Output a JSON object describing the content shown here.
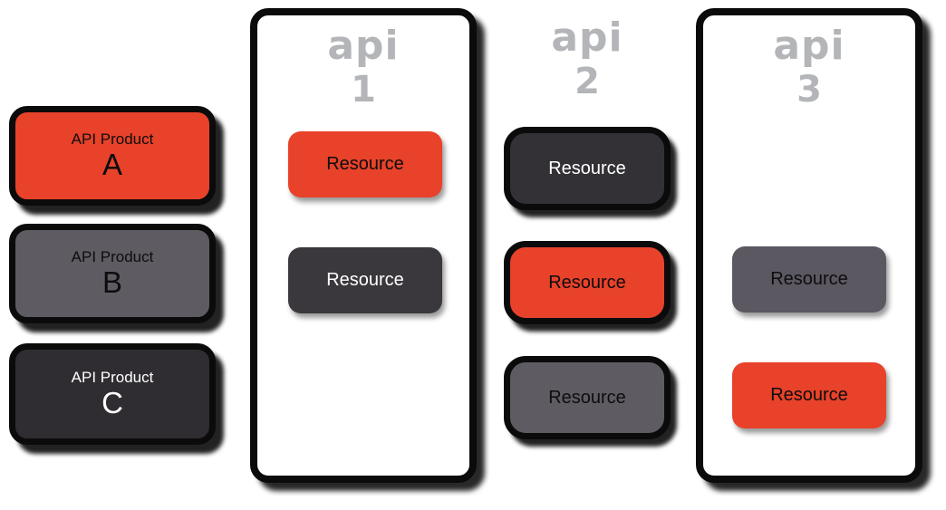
{
  "palette": {
    "red": "#E8422A",
    "dark_gray": "#333136",
    "mid_gray": "#5E5B63",
    "charcoal": "#2F2D31",
    "api_label_gray": "#B3B5B8",
    "outline_black": "#0B0B0B",
    "background": "#FFFFFF"
  },
  "products": [
    {
      "title": "API Product",
      "letter": "A",
      "fill": "#E8422A",
      "text": "#0d0d0d"
    },
    {
      "title": "API Product",
      "letter": "B",
      "fill": "#5E5B63",
      "text": "#0d0d0d"
    },
    {
      "title": "API Product",
      "letter": "C",
      "fill": "#2F2D31",
      "text": "#FFFFFF"
    }
  ],
  "apis": [
    {
      "label": "api",
      "number": "1",
      "container": "white-box",
      "resources": [
        {
          "label": "Resource",
          "fill": "#E8422A",
          "text": "#0d0d0d"
        },
        {
          "label": "Resource",
          "fill": "#3A383C",
          "text": "#FFFFFF"
        }
      ]
    },
    {
      "label": "api",
      "number": "2",
      "container": "none",
      "resources": [
        {
          "label": "Resource",
          "fill": "#333136",
          "text": "#FFFFFF"
        },
        {
          "label": "Resource",
          "fill": "#E8422A",
          "text": "#0d0d0d"
        },
        {
          "label": "Resource",
          "fill": "#5E5B63",
          "text": "#0d0d0d"
        }
      ]
    },
    {
      "label": "api",
      "number": "3",
      "container": "white-box",
      "resources": [
        {
          "label": "Resource",
          "fill": "#5B5862",
          "text": "#0d0d0d"
        },
        {
          "label": "Resource",
          "fill": "#E8422A",
          "text": "#0d0d0d"
        }
      ]
    }
  ]
}
